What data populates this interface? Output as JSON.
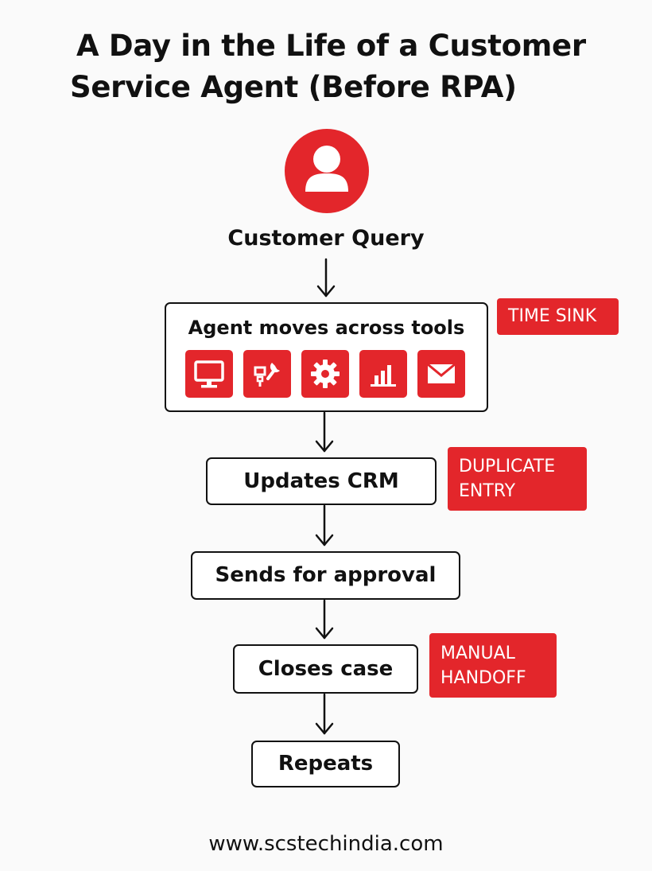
{
  "title": {
    "line1": "A Day in the Life of a Customer",
    "line2": "Service Agent (Before RPA)"
  },
  "colors": {
    "accent": "#e3262b",
    "border": "#111111",
    "background": "#fafafa"
  },
  "icons": {
    "avatar": "user-icon",
    "tools": [
      "monitor-icon",
      "tools-icon",
      "gear-icon",
      "bar-chart-icon",
      "envelope-icon"
    ]
  },
  "steps": {
    "query": "Customer Query",
    "tools": "Agent moves across tools",
    "crm": "Updates CRM",
    "approval": "Sends for approval",
    "close": "Closes case",
    "repeat": "Repeats"
  },
  "tags": {
    "time_sink": "TIME SINK",
    "duplicate": [
      "DUPLICATE",
      "ENTRY"
    ],
    "manual": [
      "MANUAL",
      "HANDOFF"
    ]
  },
  "footer": "www.scstechindia.com"
}
